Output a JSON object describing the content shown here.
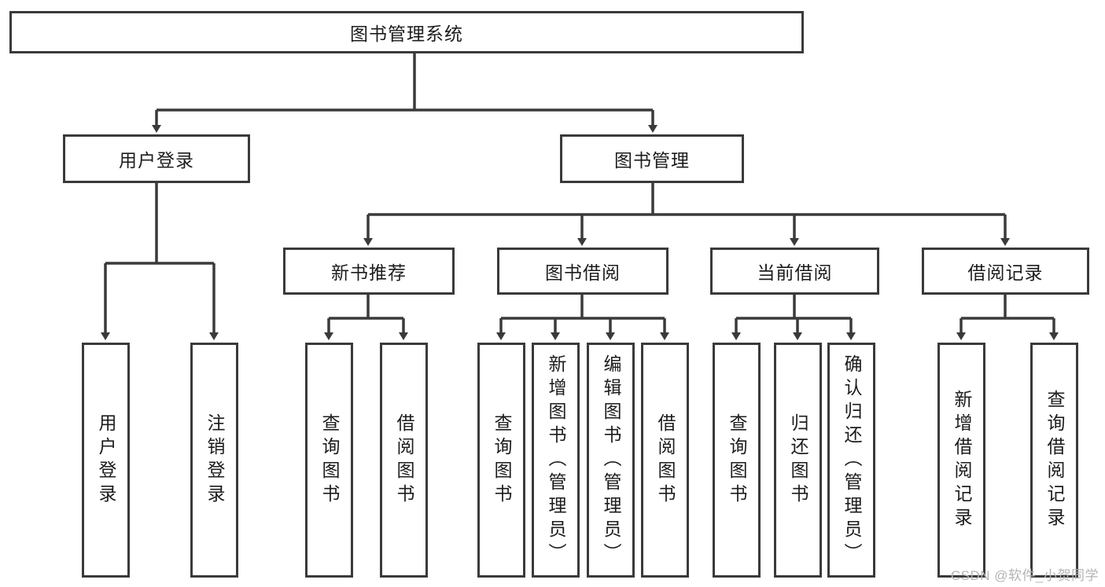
{
  "diagram": {
    "title": "图书管理系统",
    "type": "tree-hierarchy",
    "colors": {
      "background": "#ffffff",
      "stroke": "#3a3a3a",
      "text": "#1c1c1c",
      "watermark": "#b4b4b4"
    },
    "root": {
      "id": "root",
      "label": "图书管理系统"
    },
    "level2": [
      {
        "id": "user-login",
        "label": "用户登录"
      },
      {
        "id": "book-management",
        "label": "图书管理"
      }
    ],
    "level3": [
      {
        "id": "new-book-recommend",
        "label": "新书推荐"
      },
      {
        "id": "book-borrow",
        "label": "图书借阅"
      },
      {
        "id": "current-borrow",
        "label": "当前借阅"
      },
      {
        "id": "borrow-record",
        "label": "借阅记录"
      }
    ],
    "leaves": {
      "user_login": [
        {
          "id": "leaf-user-login",
          "label": "用户登录"
        },
        {
          "id": "leaf-logout-login",
          "label": "注销登录"
        }
      ],
      "new_book_recommend": [
        {
          "id": "leaf-query-book-1",
          "label": "查询图书"
        },
        {
          "id": "leaf-borrow-book-1",
          "label": "借阅图书"
        }
      ],
      "book_borrow": [
        {
          "id": "leaf-query-book-2",
          "label": "查询图书"
        },
        {
          "id": "leaf-add-book",
          "label": "新增图书（管理员）"
        },
        {
          "id": "leaf-edit-book",
          "label": "编辑图书（管理员）"
        },
        {
          "id": "leaf-borrow-book-2",
          "label": "借阅图书"
        }
      ],
      "current_borrow": [
        {
          "id": "leaf-query-book-3",
          "label": "查询图书"
        },
        {
          "id": "leaf-return-book",
          "label": "归还图书"
        },
        {
          "id": "leaf-confirm-return",
          "label": "确认归还（管理员）"
        }
      ],
      "borrow_record": [
        {
          "id": "leaf-add-record",
          "label": "新增借阅记录"
        },
        {
          "id": "leaf-query-record",
          "label": "查询借阅记录"
        }
      ]
    }
  },
  "watermark": {
    "text": "CSDN @软件_小贺同学"
  }
}
